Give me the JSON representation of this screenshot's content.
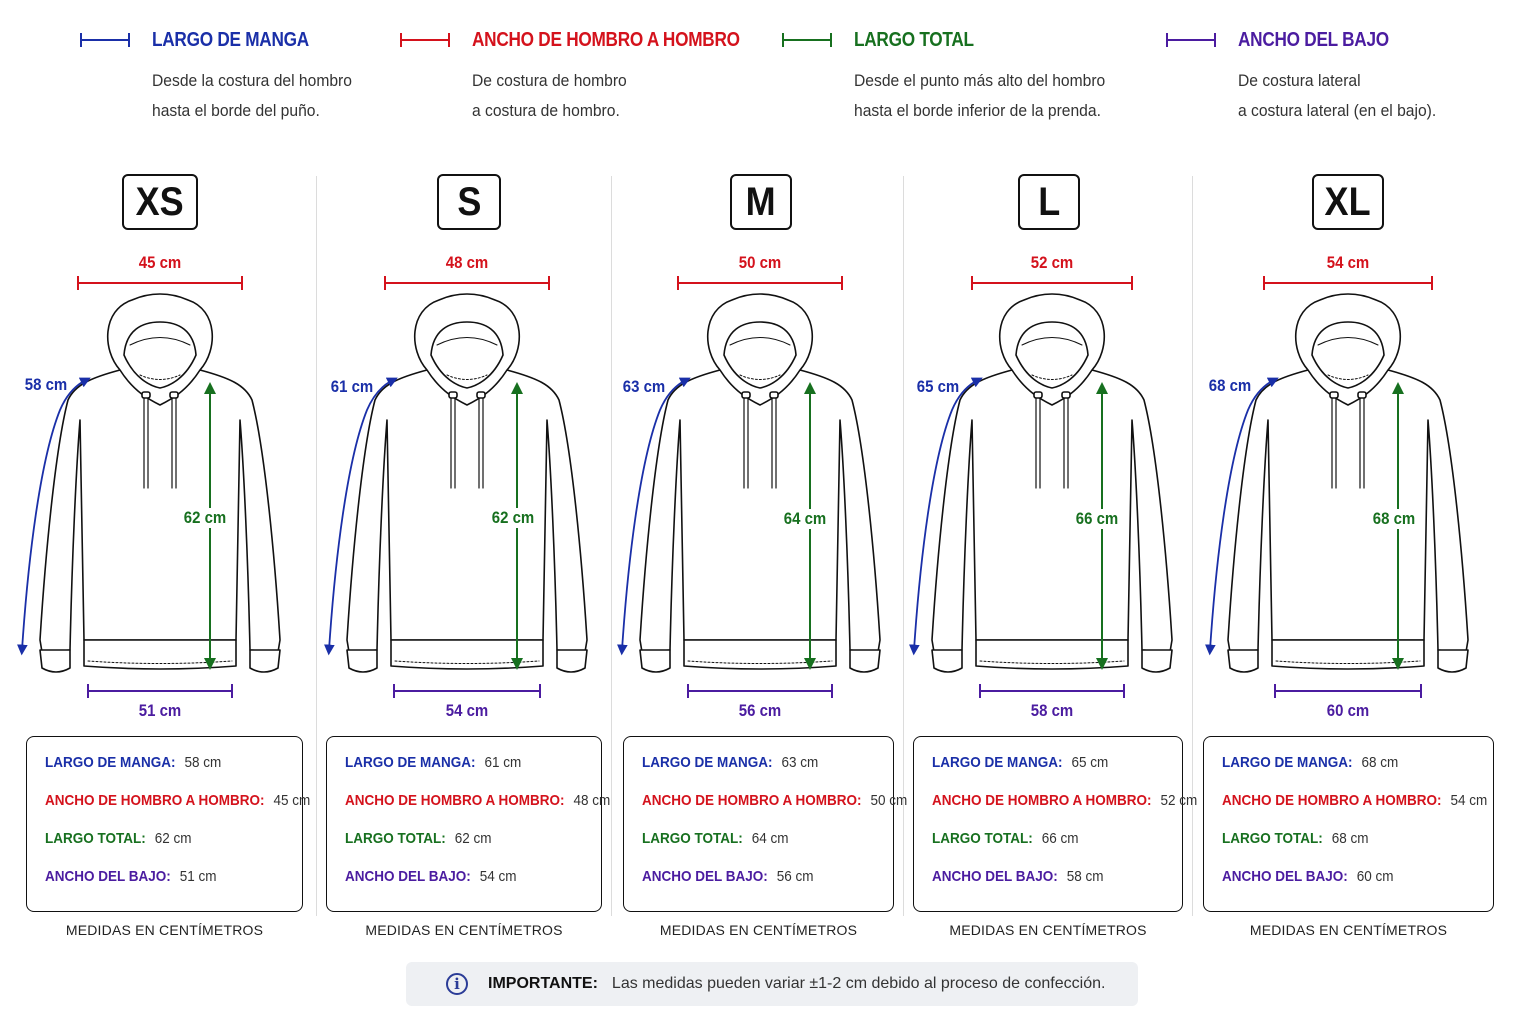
{
  "colors": {
    "sleeve": "#1a2fa8",
    "shoulder": "#d4121c",
    "length": "#17701f",
    "hem": "#4b1ca0",
    "outline": "#111111"
  },
  "legend": [
    {
      "key": "sleeve",
      "title": "LARGO DE MANGA",
      "line1": "Desde la costura del hombro",
      "line2": "hasta el borde del puño."
    },
    {
      "key": "shoulder",
      "title": "ANCHO DE HOMBRO A HOMBRO",
      "line1": "De costura de hombro",
      "line2": "a costura de hombro."
    },
    {
      "key": "length",
      "title": "LARGO TOTAL",
      "line1": "Desde el punto más alto del hombro",
      "line2": "hasta el borde inferior de la prenda."
    },
    {
      "key": "hem",
      "title": "ANCHO DEL BAJO",
      "line1": "De costura lateral",
      "line2": "a costura lateral (en el bajo)."
    }
  ],
  "sizes": [
    {
      "size": "XS",
      "sleeve": "58 cm",
      "shoulder": "45 cm",
      "length": "62 cm",
      "hem": "51 cm"
    },
    {
      "size": "S",
      "sleeve": "61 cm",
      "shoulder": "48 cm",
      "length": "62 cm",
      "hem": "54 cm"
    },
    {
      "size": "M",
      "sleeve": "63 cm",
      "shoulder": "50 cm",
      "length": "64 cm",
      "hem": "56 cm"
    },
    {
      "size": "L",
      "sleeve": "65 cm",
      "shoulder": "52 cm",
      "length": "66 cm",
      "hem": "58 cm"
    },
    {
      "size": "XL",
      "sleeve": "68 cm",
      "shoulder": "54 cm",
      "length": "68 cm",
      "hem": "60 cm"
    }
  ],
  "labels": {
    "sleeve": "LARGO DE MANGA:",
    "shoulder": "ANCHO DE HOMBRO A HOMBRO:",
    "length": "LARGO TOTAL:",
    "hem": "ANCHO DEL BAJO:"
  },
  "footer_note": "MEDIDAS EN CENTÍMETROS",
  "important": {
    "icon": "info-icon",
    "lead": "IMPORTANTE:",
    "message": "Las medidas pueden variar ±1-2 cm debido al proceso de confección."
  }
}
